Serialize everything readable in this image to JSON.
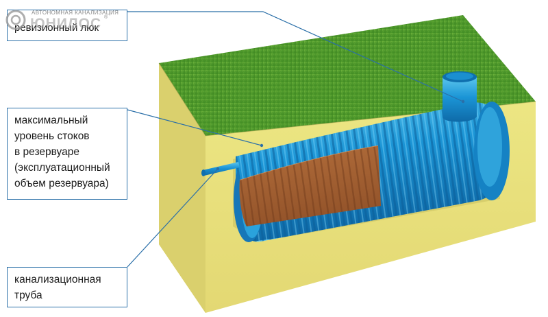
{
  "labels": {
    "revision_hatch": "ревизионный люк",
    "max_level": [
      "максимальный",
      "уровень стоков",
      "в резервуаре",
      "(эксплуатационный",
      "объем резервуара)"
    ],
    "sewer_pipe": [
      "канализационная",
      "труба"
    ]
  },
  "logo": {
    "caption": "АВТОНОМНАЯ КАНАЛИЗАЦИЯ",
    "name": "ЮНИЛОС",
    "reg": "®"
  },
  "colors": {
    "grass": "#4f9a2c",
    "soil_top": "#e8e27e",
    "soil_front": "#e6dd7a",
    "soil_side": "#d8cf6c",
    "tank_blue": "#1b8fd0",
    "tank_blue_light": "#4dbbe8",
    "liquid": "#b0683a",
    "leader_line": "#2a6fa8"
  }
}
